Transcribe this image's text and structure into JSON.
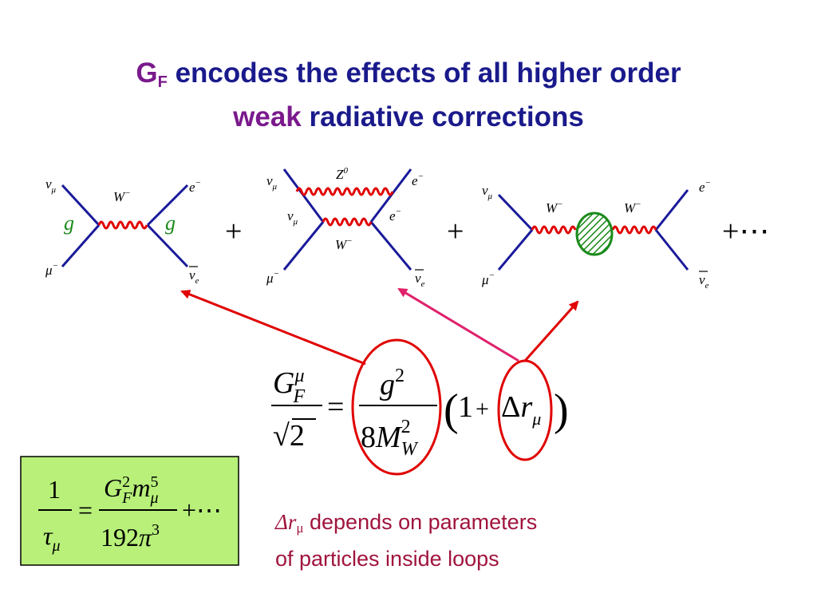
{
  "title": {
    "line1_symbol": "G",
    "line1_symbol_sub": "F",
    "line1_rest": " encodes the effects of all higher order",
    "line2_accent": "weak",
    "line2_rest": " radiative corrections"
  },
  "diagram1": {
    "top_left": "ν",
    "top_left_sub": "μ",
    "top_right": "e",
    "top_right_sup": "−",
    "bottom_left": "μ",
    "bottom_left_sup": "−",
    "bottom_right": "ν",
    "bottom_right_sub": "e",
    "boson": "W",
    "boson_sup": "−",
    "coupling_left": "g",
    "coupling_right": "g"
  },
  "diagram2": {
    "top_left": "ν",
    "top_left_sub": "μ",
    "top_right": "e",
    "top_right_sup": "−",
    "bottom_left": "μ",
    "bottom_left_sup": "−",
    "bottom_right": "ν",
    "bottom_right_sub": "e",
    "upper_boson": "Z",
    "upper_boson_sup": "0",
    "mid_left": "ν",
    "mid_left_sub": "μ",
    "mid_right": "e",
    "mid_right_sup": "−",
    "lower_boson": "W",
    "lower_boson_sup": "−"
  },
  "diagram3": {
    "top_left": "ν",
    "top_left_sub": "μ",
    "top_right": "e",
    "top_right_sup": "−",
    "bottom_left": "μ",
    "bottom_left_sup": "−",
    "bottom_right": "ν",
    "bottom_right_sub": "e",
    "boson_left": "W",
    "boson_left_sup": "−",
    "boson_right": "W",
    "boson_right_sup": "−"
  },
  "operators": {
    "plus1": "+",
    "plus2": "+",
    "plus3": "+",
    "ellipsis": "⋯"
  },
  "main_equation": {
    "lhs_num": "G",
    "lhs_num_sup": "μ",
    "lhs_num_sub": "F",
    "lhs_den_root": "√",
    "lhs_den": "2",
    "equals": "=",
    "rhs_num": "g",
    "rhs_num_sup": "2",
    "rhs_den_coef": "8",
    "rhs_den_M": "M",
    "rhs_den_sup": "2",
    "rhs_den_sub": "W",
    "paren_open": "(",
    "one": "1",
    "plus": "+",
    "delta": "Δ",
    "r": "r",
    "r_sub": "μ",
    "paren_close": ")"
  },
  "lifetime_equation": {
    "lhs_num": "1",
    "lhs_den": "τ",
    "lhs_den_sub": "μ",
    "equals": "=",
    "rhs_G": "G",
    "rhs_G_sup": "2",
    "rhs_G_sub": "F",
    "rhs_m": "m",
    "rhs_m_sup": "5",
    "rhs_m_sub": "μ",
    "rhs_den": "192",
    "rhs_pi": "π",
    "rhs_pi_sup": "3",
    "plus": "+",
    "ellipsis": "⋯"
  },
  "note": {
    "delta": "Δ",
    "r": "r",
    "r_sub": "μ",
    "line1": " depends on parameters",
    "line2": "of particles inside loops"
  },
  "colors": {
    "title": "#1a1a8c",
    "accent": "#7a1a8c",
    "fermion": "#1a1a9a",
    "boson": "#e00000",
    "coupling": "#1a8a1a",
    "loop": "#1a8a1a",
    "arrow_red": "#e00000",
    "arrow_pink": "#e0206a",
    "box": "#b8f07a",
    "note": "#a0143c"
  }
}
